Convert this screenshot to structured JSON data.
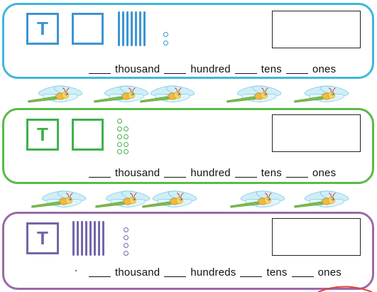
{
  "colors": {
    "panel1": "#3fb7dc",
    "panel2": "#59bb47",
    "panel3": "#9a6aa8",
    "block1": "#3d95d2",
    "block2": "#3fb14b",
    "block3": "#7466a8"
  },
  "rows": [
    {
      "thousand_symbol": "T",
      "labels": {
        "thousand": "thousand",
        "hundred": "hundred",
        "tens": "tens",
        "ones": "ones"
      },
      "counts": {
        "thousands": 1,
        "hundreds": 1,
        "tens": 7,
        "ones": 2
      }
    },
    {
      "thousand_symbol": "T",
      "labels": {
        "thousand": "thousand",
        "hundred": "hundred",
        "tens": "tens",
        "ones": "ones"
      },
      "counts": {
        "thousands": 1,
        "hundreds": 1,
        "tens": 0,
        "ones": 9
      }
    },
    {
      "thousand_symbol": "T",
      "labels": {
        "thousand": "thousand",
        "hundred": "hundreds",
        "tens": "tens",
        "ones": "ones"
      },
      "counts": {
        "thousands": 1,
        "hundreds": 0,
        "tens": 8,
        "ones": 4
      }
    }
  ],
  "decoration": "dragonfly-border"
}
